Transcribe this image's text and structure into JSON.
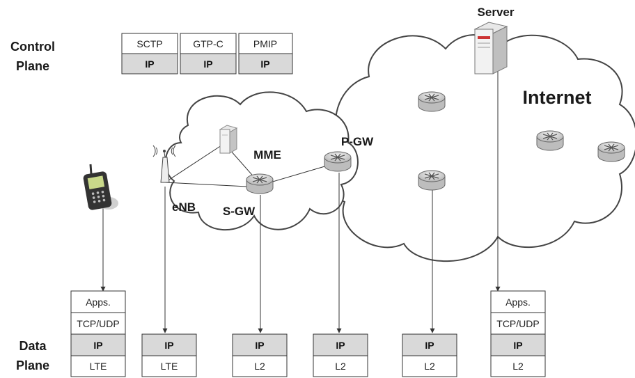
{
  "labels": {
    "control_plane_1": "Control",
    "control_plane_2": "Plane",
    "data_plane_1": "Data",
    "data_plane_2": "Plane",
    "server": "Server",
    "internet": "Internet",
    "mme": "MME",
    "pgw": "P-GW",
    "sgw": "S-GW",
    "enb": "eNB"
  },
  "control_stacks": [
    {
      "top": "SCTP",
      "bottom": "IP"
    },
    {
      "top": "GTP-C",
      "bottom": "IP"
    },
    {
      "top": "PMIP",
      "bottom": "IP"
    }
  ],
  "data_stacks": {
    "ue": [
      "Apps.",
      "TCP/UDP",
      "IP",
      "LTE"
    ],
    "enb": [
      "IP",
      "LTE"
    ],
    "sgw": [
      "IP",
      "L2"
    ],
    "pgw": [
      "IP",
      "L2"
    ],
    "router": [
      "IP",
      "L2"
    ],
    "server": [
      "Apps.",
      "TCP/UDP",
      "IP",
      "L2"
    ]
  },
  "colors": {
    "ip_fill": "#d9d9d9",
    "line": "#333333"
  }
}
